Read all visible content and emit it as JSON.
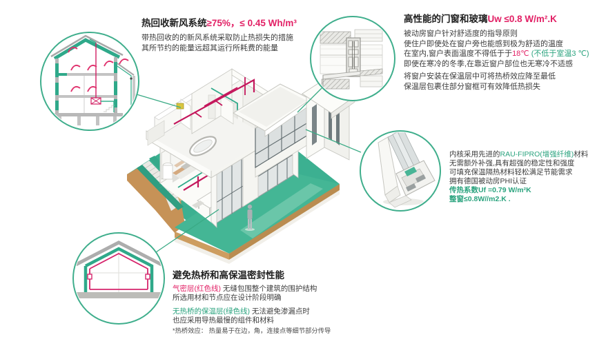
{
  "accent": {
    "green": "#2aa37e",
    "red": "#e22065",
    "duct_red": "#c4175c",
    "ground_teal": "#3eb392",
    "circle_green": "#3fae8c"
  },
  "callouts": {
    "ventilation": {
      "title": "热回收新风系统",
      "value": "≥75%，≤ 0.45 Wh/m³",
      "line1": "带热回收的的新风系统采取防止热损失的措施",
      "line2": "其所节约的能量远超其运行所耗费的能量"
    },
    "windows": {
      "title": "高性能的门窗和玻璃",
      "value": "Uw ≤0.8 W/m².K",
      "line1": "被动房窗户针对舒适度的指导原则",
      "line2": "使住户即使处在窗户旁也能感到极为舒适的温度",
      "line3_pre": "在室内,窗户表面温度不得低于于",
      "line3_red": "18℃",
      "line3_green": " (不低于室温3 ℃)",
      "line4": "即使在寒冷的冬季,在靠近窗户部位也无寒冷不适感",
      "line5": "将窗户安装在保温层中可将热桥效应降至最低",
      "line6": "保温层包裹住部分窗框可有效降低热损失"
    },
    "profile": {
      "line1_pre": "内核采用先进的",
      "line1_green": "RAU-FIPRO(增强纤维)",
      "line1_post": "材料",
      "line2": "无需额外补强,具有超强的稳定性和强度",
      "line3": "可填充保温隔热材料轻松满足节能需求",
      "line4": "拥有德国被动房PHI认证",
      "line5": "传热系数Uf =0.79 W/m²K",
      "line6": "整窗≤0.8W//m2.K ."
    },
    "envelope": {
      "title": "避免热桥和高保温密封性能",
      "line1_red": "气密层(红色线)",
      "line1_rest": " 无缝包围整个建筑的围护结构",
      "line2": "所选用材和节点应在设计阶段明确",
      "line3_green": "无热桥的保温层(绿色线)",
      "line3_rest": " 无法避免渗漏点时",
      "line4": "也应采用导热最慢的组件和材料",
      "line5": "*热桥效应： 热量易于在边，角，连接点等细节部分传导"
    }
  },
  "icons": {
    "c1": "house-section-ventilation-diagram",
    "c2": "window-installation-section-drawing",
    "c3": "window-frame-profile-3d",
    "c4": "house-envelope-insulation-diagram",
    "main": "isometric-passive-house-cutaway"
  }
}
